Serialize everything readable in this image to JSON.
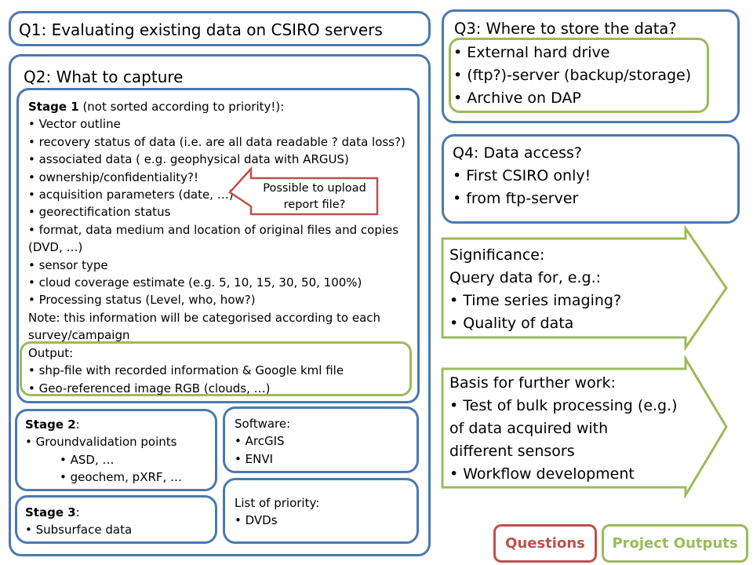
{
  "q1": {
    "title": "Q1: Evaluating existing data on CSIRO servers"
  },
  "q2": {
    "title": "Q2: What to capture",
    "stage1": {
      "heading_bold": "Stage 1",
      "heading_rest": " (not sorted according to priority!):",
      "items": [
        "• Vector outline",
        "• recovery status of data (i.e. are all data readable ? data loss?)",
        "• associated data ( e.g. geophysical data with ARGUS)",
        "• ownership/confidentiality?!",
        "• acquisition parameters (date, …)",
        "• georectification status",
        "• format, data medium and location of original files and copies",
        "(DVD, …)",
        "• sensor type",
        "• cloud coverage estimate (e.g. 5, 10, 15, 30, 50, 100%)",
        "• Processing status (Level, who, how?)",
        "Note: this information will be categorised according to each",
        "survey/campaign"
      ],
      "output": {
        "heading": "Output:",
        "items": [
          "• shp-file with recorded information & Google kml file",
          "• Geo-referenced image RGB (clouds, …)"
        ]
      }
    },
    "callout": {
      "line1": "Possible to upload",
      "line2": "report file?"
    },
    "stage2": {
      "heading_bold": "Stage 2",
      "heading_rest": ":",
      "items": [
        "• Groundvalidation points"
      ],
      "subitems": [
        "• ASD, …",
        "• geochem, pXRF, …"
      ]
    },
    "stage3": {
      "heading_bold": "Stage 3",
      "heading_rest": ":",
      "items": [
        "• Subsurface data"
      ]
    },
    "software": {
      "heading": "Software:",
      "items": [
        "• ArcGIS",
        "• ENVI"
      ]
    },
    "priority": {
      "heading": "List of priority:",
      "items": [
        "• DVDs"
      ]
    }
  },
  "q3": {
    "title": "Q3: Where to store the data?",
    "items": [
      "• External hard drive",
      "• (ftp?)-server (backup/storage)",
      "• Archive on DAP"
    ]
  },
  "q4": {
    "title": "Q4: Data access?",
    "items": [
      "• First CSIRO only!",
      "• from ftp-server"
    ]
  },
  "significance": {
    "lines": [
      "Significance:",
      "Query data for, e.g.:",
      "• Time series imaging?",
      "• Quality of data"
    ]
  },
  "basis": {
    "lines": [
      "Basis for further work:",
      "• Test of bulk processing (e.g.)",
      "of data acquired with",
      "different sensors",
      "• Workflow development"
    ]
  },
  "legend": {
    "questions": "Questions",
    "outputs": "Project Outputs"
  },
  "colors": {
    "blue": "#4a79b0",
    "green": "#9bbb59",
    "red": "#c0504d"
  }
}
